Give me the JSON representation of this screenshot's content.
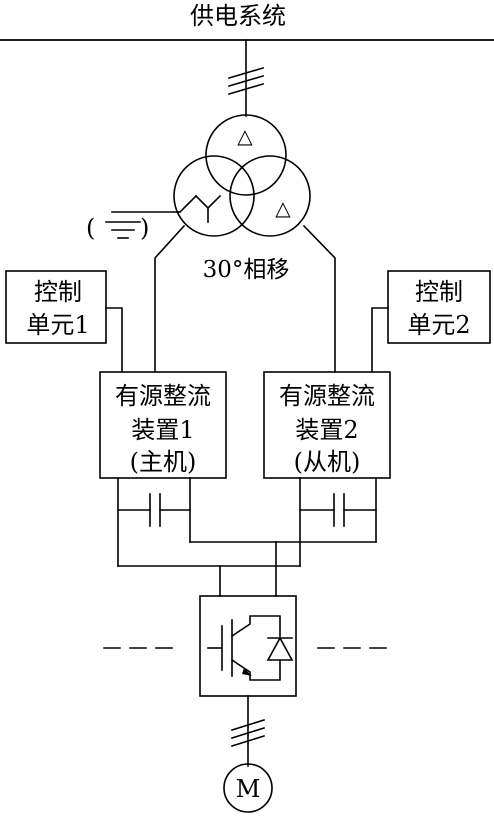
{
  "title": "供电系统",
  "transformer": {
    "label": "30°相移",
    "delta": "△",
    "ground": "(",
    "ground_close": ")"
  },
  "control_units": [
    {
      "line1": "控制",
      "line2": "单元1"
    },
    {
      "line1": "控制",
      "line2": "单元2"
    }
  ],
  "rectifiers": [
    {
      "line1": "有源整流",
      "line2": "装置1",
      "line3": "(主机)"
    },
    {
      "line1": "有源整流",
      "line2": "装置2",
      "line3": "(从机)"
    }
  ],
  "motor": {
    "label": "M"
  },
  "colors": {
    "stroke": "#000000",
    "background": "#ffffff"
  }
}
